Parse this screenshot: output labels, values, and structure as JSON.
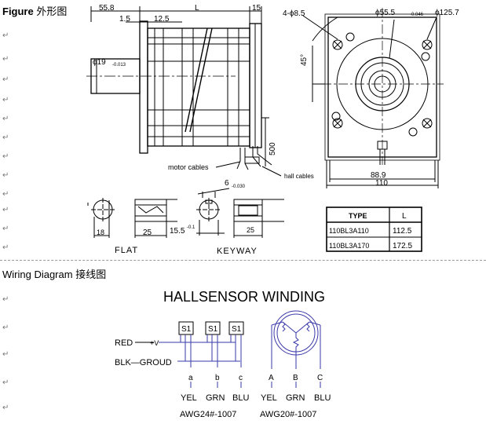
{
  "section1": {
    "label_en": "Figure",
    "label_cn": "外形图"
  },
  "section2": {
    "label_en": "Wiring Diagram",
    "label_cn": "接线图"
  },
  "paragraph_mark": "↵",
  "drawing": {
    "dims": {
      "d_55_8": "55.8",
      "d_L": "L",
      "d_15": "15",
      "d_1_5": "1.5",
      "d_12_5": "12.5",
      "shaft_dia": "ϕ19",
      "shaft_tol": "-0.013",
      "holes": "4-ϕ8.5",
      "pilot_dia": "ϕ55.5",
      "pilot_tol": "-0.046",
      "pcd": "ϕ125.7",
      "angle": "45°",
      "d_500": "500",
      "d_88_9": "88.9",
      "d_110": "110",
      "key_w": "6",
      "key_tol": "-0.030",
      "d_18": "18",
      "d_25a": "25",
      "d_15_5": "15.5",
      "d_15_5_tol": "-0.1",
      "d_25b": "25"
    },
    "labels": {
      "motor_cables": "motor cables",
      "hall_cables": "hall cables",
      "flat": "FLAT",
      "keyway": "KEYWAY"
    },
    "table": {
      "headers": [
        "TYPE",
        "L"
      ],
      "rows": [
        [
          "110BL3A110",
          "112.5"
        ],
        [
          "110BL3A170",
          "172.5"
        ]
      ]
    }
  },
  "wiring": {
    "title": "HALLSENSOR WINDING",
    "sensors": [
      "S1",
      "S1",
      "S1"
    ],
    "red_label": "RED",
    "blk_label": "BLK—GROUD",
    "plus": "+V",
    "hall_letters": [
      "a",
      "b",
      "c"
    ],
    "hall_colors": [
      "YEL",
      "GRN",
      "BLU"
    ],
    "hall_awg": "AWG24#-1007",
    "winding_letters": [
      "A",
      "B",
      "C"
    ],
    "winding_colors": [
      "YEL",
      "GRN",
      "BLU"
    ],
    "winding_awg": "AWG20#-1007"
  }
}
